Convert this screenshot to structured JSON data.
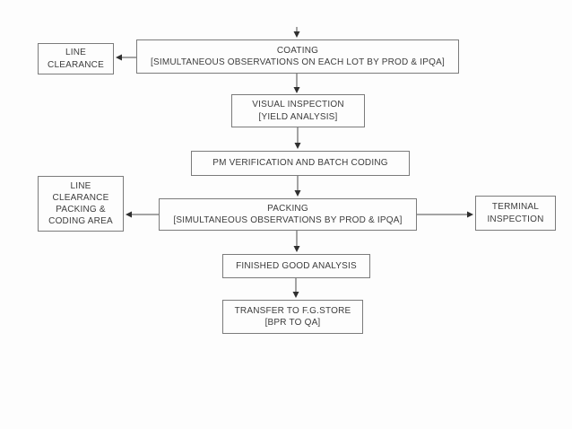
{
  "diagram": {
    "description": "Manufacturing process flowchart: coating through transfer to finished goods store",
    "colors": {
      "background": "#fdfdfd",
      "box_border": "#7b7b7b",
      "text": "#3c3c3c",
      "arrow": "#2f2f2f"
    },
    "nodes": {
      "line_clearance": {
        "lines": [
          "LINE",
          "CLEARANCE"
        ]
      },
      "coating": {
        "lines": [
          "COATING",
          "[SIMULTANEOUS OBSERVATIONS ON EACH LOT BY PROD & IPQA]"
        ]
      },
      "visual_inspection": {
        "lines": [
          "VISUAL INSPECTION",
          "[YIELD ANALYSIS]"
        ]
      },
      "pm_verification": {
        "lines": [
          "PM VERIFICATION AND BATCH CODING"
        ]
      },
      "line_clearance_packing": {
        "lines": [
          "LINE",
          "CLEARANCE",
          "PACKING &",
          "CODING AREA"
        ]
      },
      "packing": {
        "lines": [
          "PACKING",
          "[SIMULTANEOUS OBSERVATIONS BY PROD & IPQA]"
        ]
      },
      "terminal_inspection": {
        "lines": [
          "TERMINAL",
          "INSPECTION"
        ]
      },
      "finished_good_analysis": {
        "lines": [
          "FINISHED GOOD ANALYSIS"
        ]
      },
      "transfer_fg_store": {
        "lines": [
          "TRANSFER TO F.G.STORE",
          "[BPR TO QA]"
        ]
      }
    },
    "edges": [
      {
        "from": "start",
        "to": "coating",
        "direction": "down"
      },
      {
        "from": "coating",
        "to": "line_clearance",
        "direction": "left"
      },
      {
        "from": "coating",
        "to": "visual_inspection",
        "direction": "down"
      },
      {
        "from": "visual_inspection",
        "to": "pm_verification",
        "direction": "down"
      },
      {
        "from": "pm_verification",
        "to": "packing",
        "direction": "down"
      },
      {
        "from": "packing",
        "to": "line_clearance_packing",
        "direction": "left"
      },
      {
        "from": "packing",
        "to": "terminal_inspection",
        "direction": "right"
      },
      {
        "from": "packing",
        "to": "finished_good_analysis",
        "direction": "down"
      },
      {
        "from": "finished_good_analysis",
        "to": "transfer_fg_store",
        "direction": "down"
      }
    ]
  }
}
